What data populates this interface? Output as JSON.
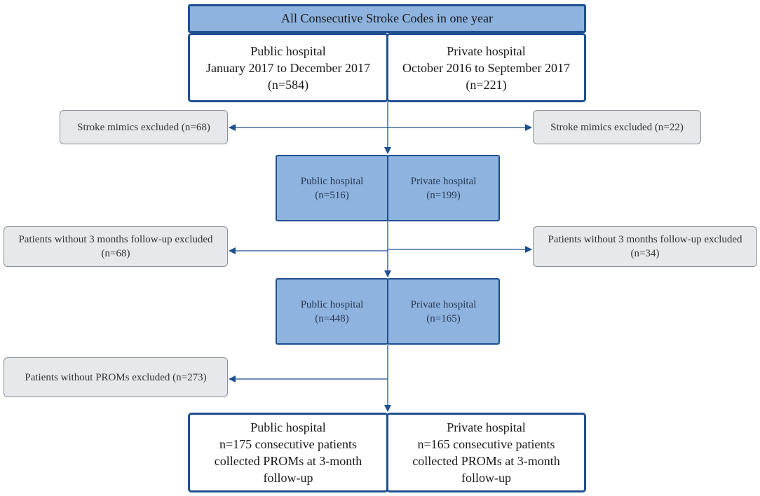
{
  "header": {
    "title": "All Consecutive Stroke Codes in one year"
  },
  "level1": {
    "public": {
      "name": "Public hospital",
      "period": "January 2017 to December 2017",
      "count": "(n=584)"
    },
    "private": {
      "name": "Private hospital",
      "period": "October 2016 to September 2017",
      "count": "(n=221)"
    }
  },
  "exclusion1": {
    "left": "Stroke mimics excluded (n=68)",
    "right": "Stroke mimics excluded (n=22)"
  },
  "level2": {
    "public": {
      "name": "Public hospital",
      "count": "(n=516)"
    },
    "private": {
      "name": "Private hospital",
      "count": "(n=199)"
    }
  },
  "exclusion2": {
    "left": {
      "text": "Patients without 3 months follow-up excluded",
      "count": "(n=68)"
    },
    "right": {
      "text": "Patients without 3 months follow-up excluded",
      "count": "(n=34)"
    }
  },
  "level3": {
    "public": {
      "name": "Public hospital",
      "count": "(n=448)"
    },
    "private": {
      "name": "Private hospital",
      "count": "(n=165)"
    }
  },
  "exclusion3": {
    "left": "Patients without PROMs excluded (n=273)"
  },
  "final": {
    "public": {
      "name": "Public hospital",
      "line2": "n=175 consecutive patients",
      "line3": "collected PROMs at 3-month",
      "line4": "follow-up"
    },
    "private": {
      "name": "Private hospital",
      "line2": "n=165 consecutive patients",
      "line3": "collected PROMs at 3-month",
      "line4": "follow-up"
    }
  },
  "colors": {
    "box_blue": "#8db3de",
    "border_blue": "#1f4f8f",
    "grey_box": "#e6e8ec",
    "arrow": "#1f4f8f"
  }
}
